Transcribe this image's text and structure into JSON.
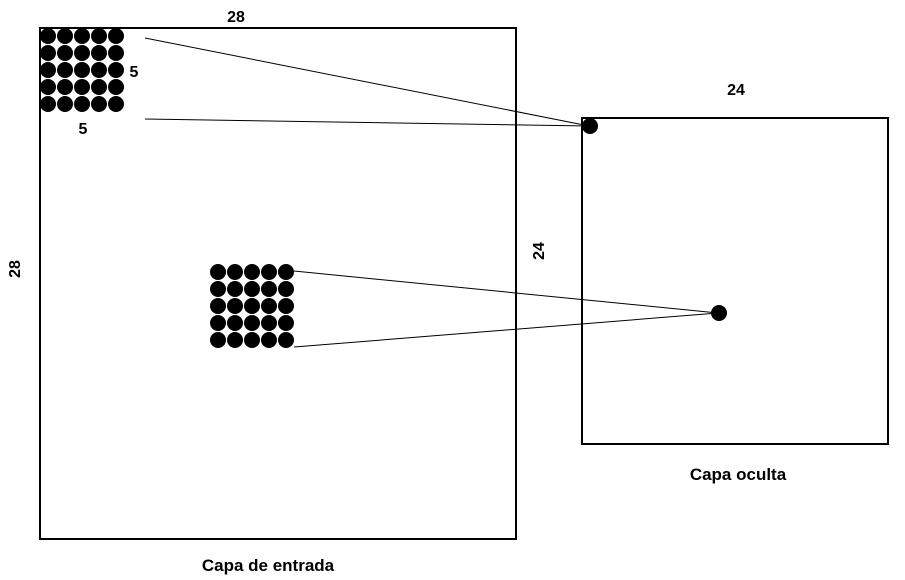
{
  "input_layer": {
    "caption": "Capa de entrada",
    "width_label": "28",
    "height_label": "28",
    "field_width_label": "5",
    "field_height_label": "5"
  },
  "hidden_layer": {
    "caption": "Capa oculta",
    "width_label": "24",
    "height_label": "24"
  },
  "receptive_field": {
    "rows": 5,
    "cols": 5
  },
  "colors": {
    "stroke": "#000000",
    "neuron": "#000000",
    "background": "#ffffff"
  }
}
